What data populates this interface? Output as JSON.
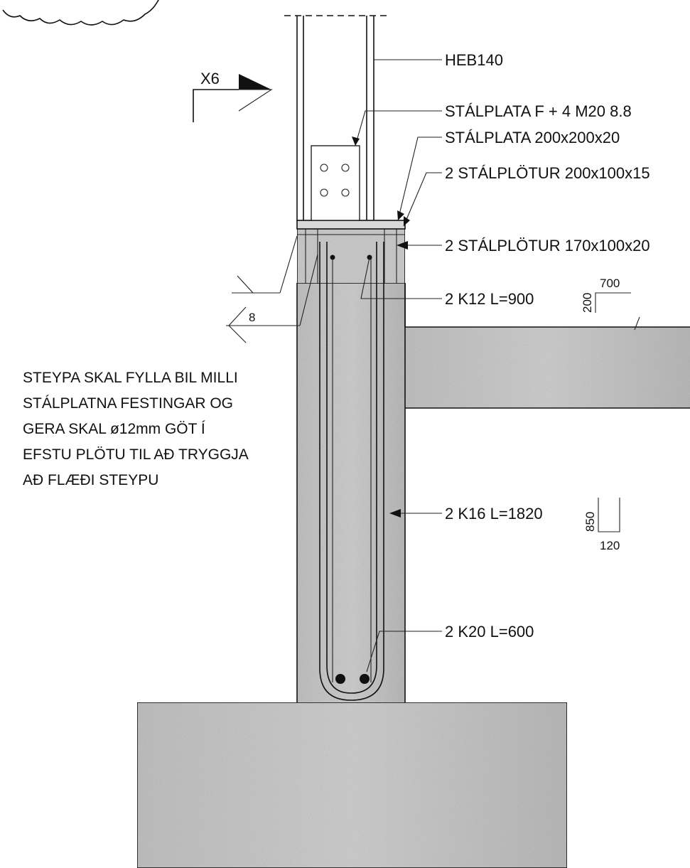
{
  "labels": {
    "heb": "HEB140",
    "plate_f": "STÁLPLATA F + 4 M20 8.8",
    "plate_top": "STÁLPLATA 200x200x20",
    "plates_15": "2 STÁLPLÖTUR 200x100x15",
    "plates_20": "2 STÁLPLÖTUR 170x100x20",
    "k12": "2 K12 L=900",
    "k16": "2 K16 L=1820",
    "k20": "2 K20 L=600"
  },
  "section_mark": "X6",
  "weld_size": "8",
  "note_lines": [
    "STEYPA SKAL FYLLA BIL MILLI",
    "STÁLPLATNA FESTINGAR OG",
    "GERA SKAL ø12mm GÖT Í",
    "EFSTU PLÖTU TIL AÐ TRYGGJA",
    "AÐ FLÆÐI STEYPU"
  ],
  "bar_shapes": {
    "k12_dim_vertical": "200",
    "k12_dim_horizontal": "700",
    "k16_dim_vertical": "850",
    "k16_dim_horizontal": "120"
  },
  "colors": {
    "concrete": "#c9c9c9",
    "concrete_dark": "#b3b3b3",
    "line": "#111111",
    "steel_plate": "#d6d6d6"
  }
}
